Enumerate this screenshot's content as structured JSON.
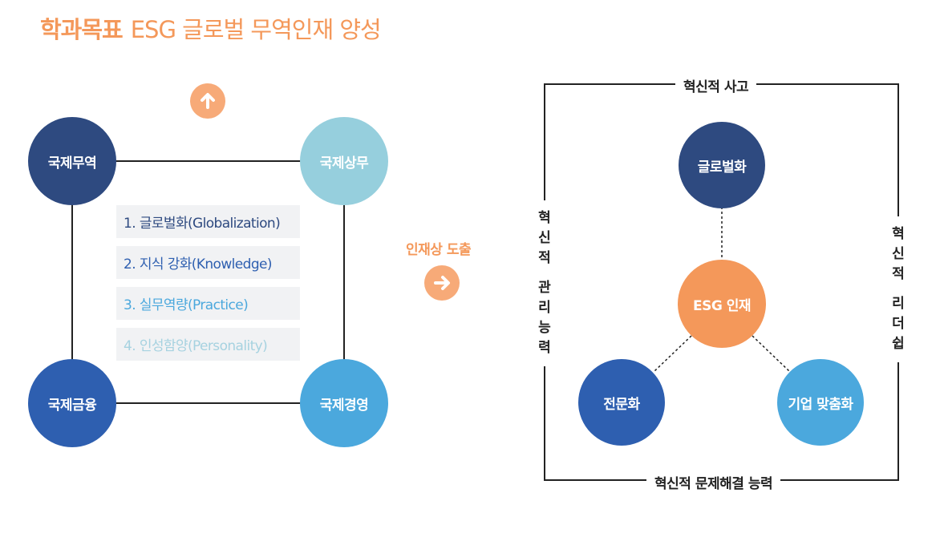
{
  "header": {
    "title_bold": "학과목표",
    "title_light": "ESG 글로벌 무역인재 양성"
  },
  "left_diagram": {
    "nodes": [
      {
        "label": "국제무역",
        "color": "#2e4a80"
      },
      {
        "label": "국제상무",
        "color": "#96cfdd"
      },
      {
        "label": "국제금융",
        "color": "#2e5fb0"
      },
      {
        "label": "국제경영",
        "color": "#4ba8dd"
      }
    ],
    "goals": [
      {
        "label": "1. 글로벌화(Globalization)",
        "color": "#2e4a80"
      },
      {
        "label": "2. 지식 강화(Knowledge)",
        "color": "#2e5fb0"
      },
      {
        "label": "3. 실무역량(Practice)",
        "color": "#4ba8dd"
      },
      {
        "label": "4. 인성함양(Personality)",
        "color": "#a6d2e0"
      }
    ],
    "up_arrow_icon": "arrow-up-icon"
  },
  "middle": {
    "label": "인재상 도출",
    "arrow_icon": "arrow-right-icon",
    "accent": "#f4985a"
  },
  "right_diagram": {
    "top_label": "혁신적 사고",
    "bottom_label": "혁신적 문제해결 능력",
    "left_label_lines": [
      "혁",
      "신",
      "적",
      "",
      "관",
      "리",
      "능",
      "력"
    ],
    "right_label_lines": [
      "혁",
      "신",
      "적",
      "",
      "리",
      "더",
      "쉽"
    ],
    "nodes": {
      "top": {
        "label": "글로벌화",
        "color": "#2e4a80"
      },
      "center": {
        "label": "ESG 인재",
        "color": "#f4985a"
      },
      "left": {
        "label": "전문화",
        "color": "#2e5fb0"
      },
      "right": {
        "label": "기업 맞춤화",
        "color": "#4ba8dd"
      }
    }
  }
}
